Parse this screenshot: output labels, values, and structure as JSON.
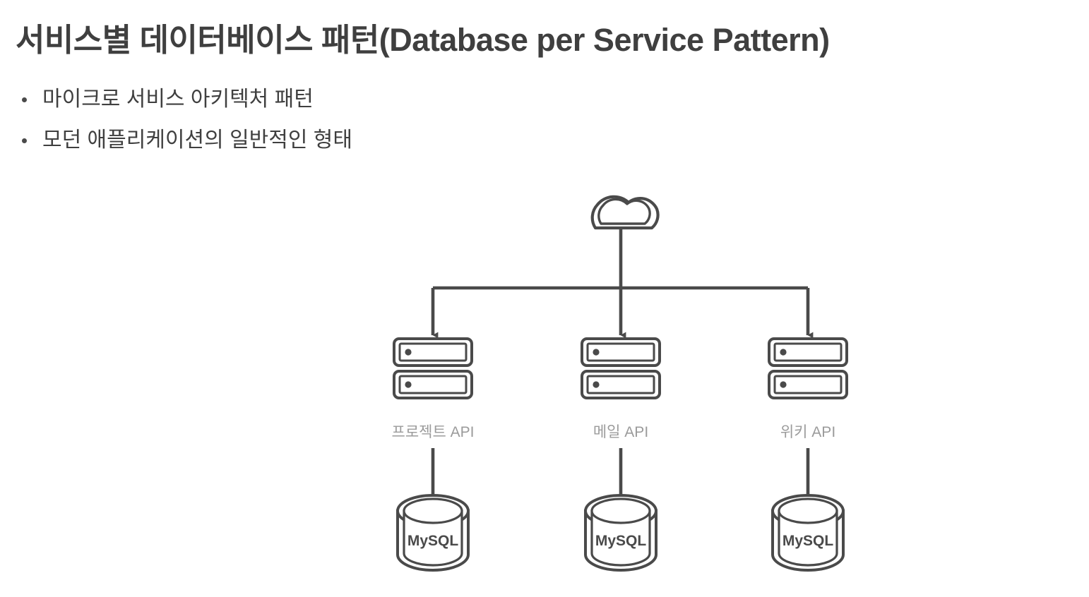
{
  "slide": {
    "title": "서비스별 데이터베이스 패턴(Database per Service Pattern)",
    "bullets": [
      {
        "text": "마이크로 서비스 아키텍처 패턴"
      },
      {
        "text": "모던 애플리케이션의 일반적인 형태"
      }
    ]
  },
  "colors": {
    "title_text": "#3f3f3f",
    "bullet_text": "#3f3f3f",
    "bullet_marker": "#4a4a4a",
    "stroke": "#4a4a4a",
    "service_label": "#9b9b9b",
    "db_label": "#4a4a4a",
    "background": "#ffffff"
  },
  "diagram": {
    "type": "tree",
    "root": {
      "icon": "cloud-icon",
      "label": ""
    },
    "branches": [
      {
        "id": "project",
        "service_icon": "server-rack-icon",
        "service_label": "프로젝트 API",
        "database_icon": "database-cylinder-icon",
        "database_label": "MySQL"
      },
      {
        "id": "mail",
        "service_icon": "server-rack-icon",
        "service_label": "메일 API",
        "database_icon": "database-cylinder-icon",
        "database_label": "MySQL"
      },
      {
        "id": "wiki",
        "service_icon": "server-rack-icon",
        "service_label": "위키 API",
        "database_icon": "database-cylinder-icon",
        "database_label": "MySQL"
      }
    ]
  }
}
